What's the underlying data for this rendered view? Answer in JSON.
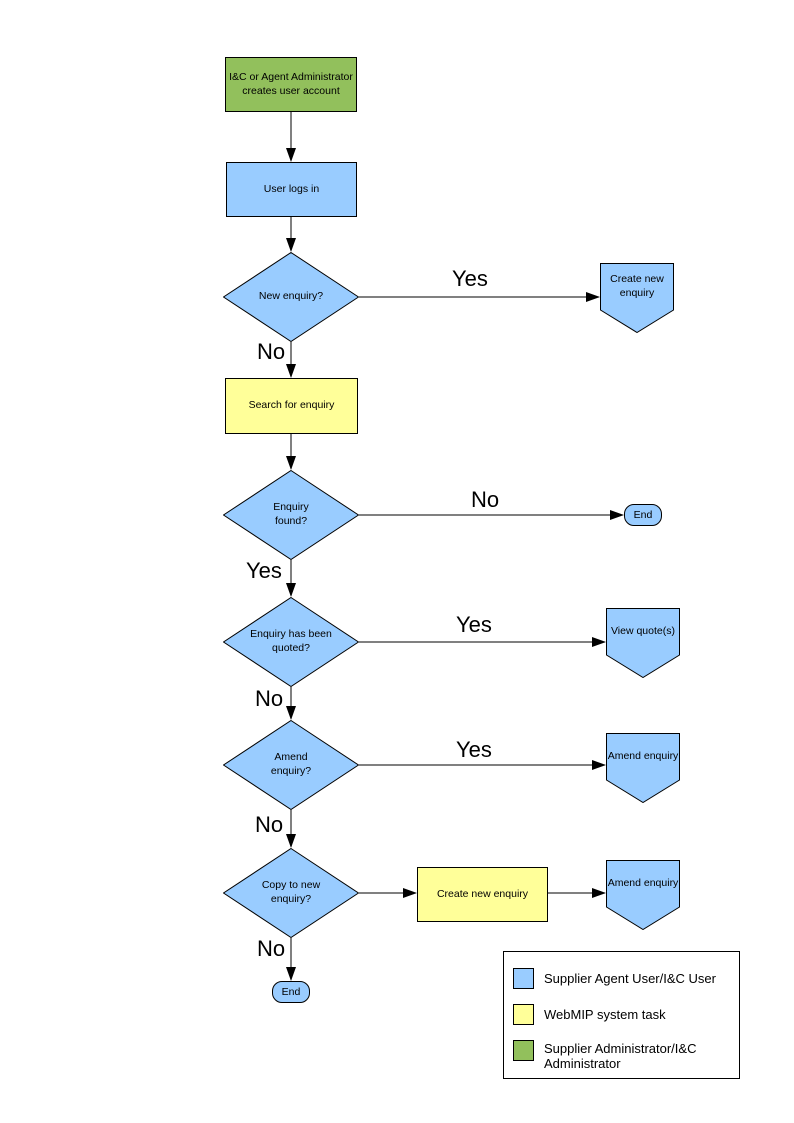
{
  "nodes": {
    "adminCreate": "I&C or Agent Administrator creates user account",
    "userLogsIn": "User logs in",
    "newEnquiry": "New enquiry?",
    "createNewEnquiryOffpage": "Create new enquiry",
    "searchForEnquiry": "Search for enquiry",
    "enquiryFound": "Enquiry found?",
    "endRight": "End",
    "enquiryQuoted": "Enquiry has been quoted?",
    "viewQuotes": "View quote(s)",
    "amendEnquiryQuestion": "Amend enquiry?",
    "amendEnquiry1": "Amend enquiry",
    "copyToNewEnquiry": "Copy to new enquiry?",
    "createNewEnquiryTask": "Create new enquiry",
    "amendEnquiry2": "Amend enquiry",
    "endBottom": "End"
  },
  "edgeLabels": {
    "newEnquiryYes": "Yes",
    "newEnquiryNo": "No",
    "enquiryFoundNo": "No",
    "enquiryFoundYes": "Yes",
    "enquiryQuotedYes": "Yes",
    "enquiryQuotedNo": "No",
    "amendYes": "Yes",
    "amendNo": "No",
    "copyNo": "No"
  },
  "legend": {
    "items": [
      {
        "color": "#99CCFF",
        "label": "Supplier Agent User/I&C User"
      },
      {
        "color": "#FFFF99",
        "label": "WebMIP system task"
      },
      {
        "color": "#92C05C",
        "label": "Supplier Administrator/I&C Administrator"
      }
    ]
  },
  "colors": {
    "actor_blue": "#99CCFF",
    "system_task_yellow": "#FFFF99",
    "administrator_green": "#92C05C",
    "outline": "#000000"
  }
}
